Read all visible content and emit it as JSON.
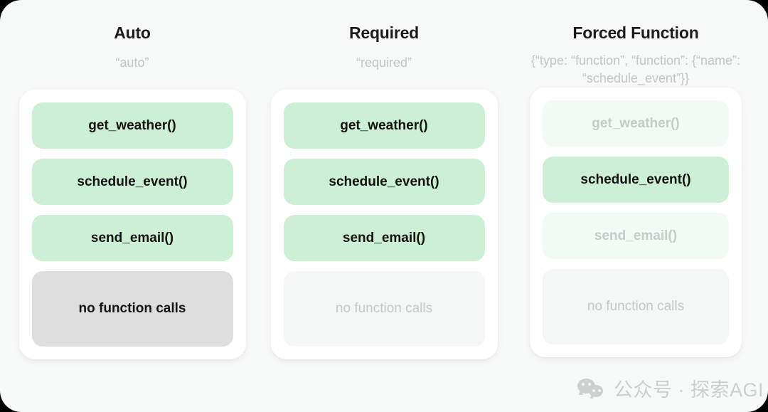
{
  "columns": [
    {
      "title": "Auto",
      "subtitle": "“auto”",
      "options": [
        {
          "label": "get_weather()",
          "state": "green-active"
        },
        {
          "label": "schedule_event()",
          "state": "green-active"
        },
        {
          "label": "send_email()",
          "state": "green-active"
        },
        {
          "label": "no function calls",
          "state": "gray-active"
        }
      ]
    },
    {
      "title": "Required",
      "subtitle": "“required”",
      "options": [
        {
          "label": "get_weather()",
          "state": "green-active"
        },
        {
          "label": "schedule_event()",
          "state": "green-active"
        },
        {
          "label": "send_email()",
          "state": "green-active"
        },
        {
          "label": "no function calls",
          "state": "gray-faded"
        }
      ]
    },
    {
      "title": "Forced Function",
      "subtitle": "{“type: “function”, “function”: {“name”: “schedule_event”}}",
      "options": [
        {
          "label": "get_weather()",
          "state": "green-faded"
        },
        {
          "label": "schedule_event()",
          "state": "green-active"
        },
        {
          "label": "send_email()",
          "state": "green-faded"
        },
        {
          "label": "no function calls",
          "state": "gray-faded"
        }
      ]
    }
  ],
  "watermark": {
    "text": "公众号 · 探索AGI",
    "icon": "wechat-icon"
  },
  "colors": {
    "page_background": "#000000",
    "canvas_background": "#f7f8f8",
    "card_background": "#ffffff",
    "green_active": "#cdefd4",
    "green_faded": "#f1fbf4",
    "gray_active": "#dedede",
    "gray_faded": "#f5f6f6",
    "title_text": "#1b1b1b",
    "subtitle_text": "#c3c6c7"
  }
}
